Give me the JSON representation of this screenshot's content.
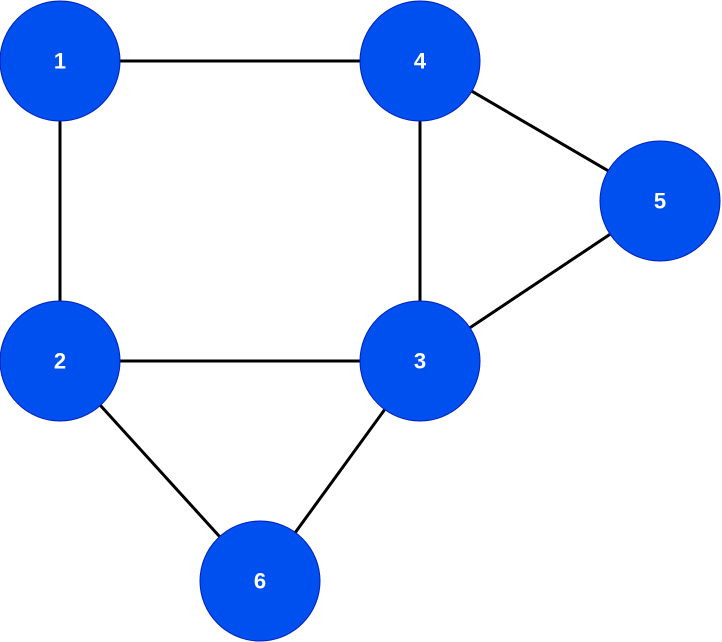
{
  "graph": {
    "nodes": [
      {
        "id": "1",
        "label": "1"
      },
      {
        "id": "2",
        "label": "2"
      },
      {
        "id": "3",
        "label": "3"
      },
      {
        "id": "4",
        "label": "4"
      },
      {
        "id": "5",
        "label": "5"
      },
      {
        "id": "6",
        "label": "6"
      }
    ],
    "edges": [
      {
        "from": "1",
        "to": "4"
      },
      {
        "from": "1",
        "to": "2"
      },
      {
        "from": "4",
        "to": "3"
      },
      {
        "from": "4",
        "to": "5"
      },
      {
        "from": "2",
        "to": "3"
      },
      {
        "from": "3",
        "to": "5"
      },
      {
        "from": "2",
        "to": "6"
      },
      {
        "from": "3",
        "to": "6"
      }
    ],
    "colors": {
      "node_fill": "#0050ef",
      "node_stroke": "#001dbc",
      "label": "#ffffff",
      "edge": "#000000"
    }
  }
}
